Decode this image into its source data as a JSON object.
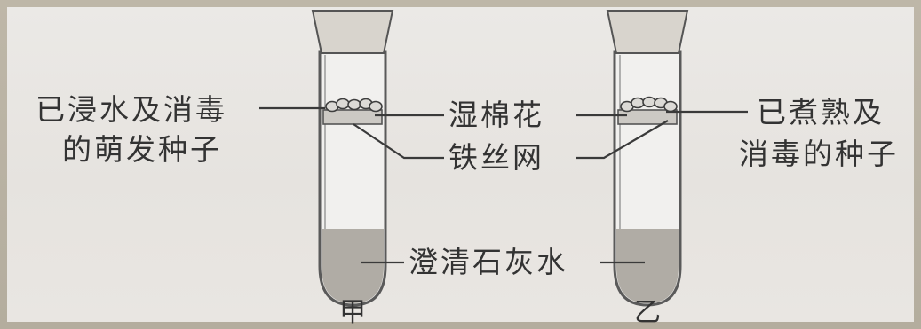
{
  "labels": {
    "left_seeds_line1": "已浸水及消毒",
    "left_seeds_line2": "的萌发种子",
    "wet_cotton": "湿棉花",
    "wire_mesh": "铁丝网",
    "right_seeds_line1": "已煮熟及",
    "right_seeds_line2": "消毒的种子",
    "limewater": "澄清石灰水",
    "tube_a": "甲",
    "tube_b": "乙"
  },
  "colors": {
    "background_border": "#b9b2a4",
    "paper": "#e8e5e1",
    "ink": "#333333",
    "liquid": "#b0aca5"
  }
}
